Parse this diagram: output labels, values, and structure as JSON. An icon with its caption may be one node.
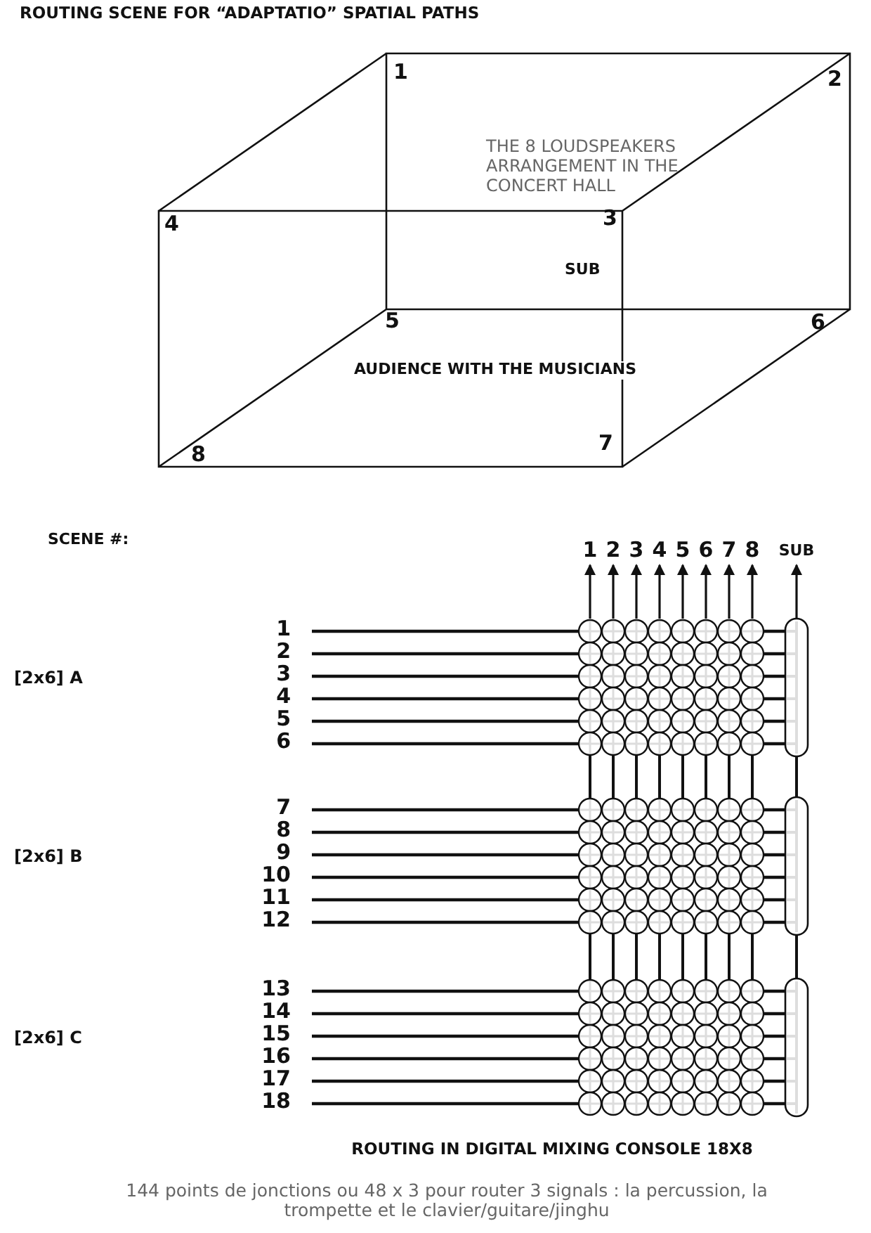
{
  "diagram": {
    "title": "ROUTING SCENE FOR “ADAPTATIO” SPATIAL PATHS",
    "caption": "144 points de jonctions ou 48 x 3 pour router 3 signals : la percussion, la trompette et le clavier/guitare/jinghu",
    "nodes": [
      {
        "text": [
          "1"
        ]
      },
      {
        "text": [
          "2"
        ]
      },
      {
        "text": [
          "3"
        ]
      },
      {
        "text": [
          "4"
        ]
      },
      {
        "text": [
          "5"
        ]
      },
      {
        "text": [
          "6"
        ]
      },
      {
        "text": [
          "7"
        ]
      },
      {
        "text": [
          "8"
        ]
      },
      {
        "text": [
          "SUB"
        ]
      }
    ],
    "edges": [
      {
        "from": null,
        "to": 0,
        "arrow": "to"
      },
      {
        "from": null,
        "to": 1,
        "arrow": "to"
      },
      {
        "from": null,
        "to": 2,
        "arrow": "to"
      },
      {
        "from": null,
        "to": 3,
        "arrow": "to"
      },
      {
        "from": null,
        "to": 4,
        "arrow": "to"
      },
      {
        "from": null,
        "to": 5,
        "arrow": "to"
      },
      {
        "from": null,
        "to": 6,
        "arrow": "to"
      },
      {
        "from": null,
        "to": 7,
        "arrow": "to"
      },
      {
        "from": null,
        "to": 8,
        "arrow": "to"
      }
    ],
    "labels": [
      "1",
      "2",
      "THE 8 LOUDSPEAKERS ARRANGEMENT IN THE CONCERT HALL",
      "4",
      "3",
      "SUB",
      "5",
      "6",
      "AUDIENCE WITH THE MUSICIANS",
      "7",
      "8",
      "SCENE #:",
      "1",
      "2",
      "[2x6] A",
      "3",
      "4",
      "5",
      "6",
      "7",
      "8",
      "[2x6] B",
      "9",
      "10",
      "11",
      "12",
      "13",
      "14",
      "[2x6] C",
      "15",
      "16",
      "17",
      "18",
      "ROUTING IN DIGITAL MIXING CONSOLE 18X8"
    ]
  }
}
